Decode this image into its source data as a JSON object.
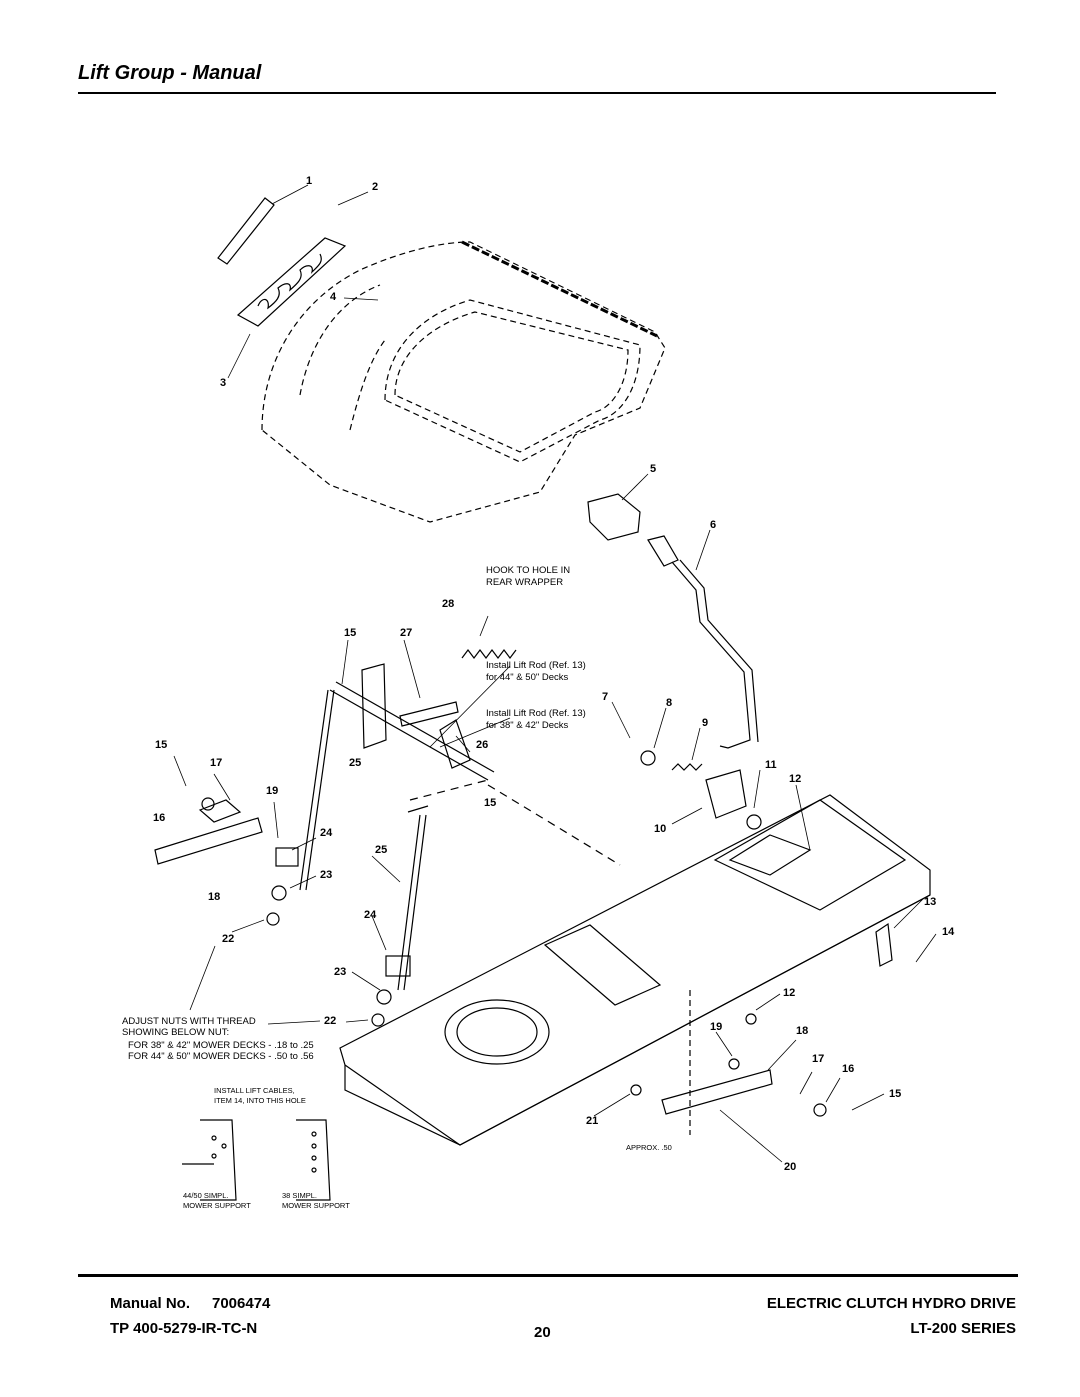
{
  "header": {
    "title": "Lift Group - Manual"
  },
  "callouts": [
    "1",
    "2",
    "3",
    "4",
    "5",
    "6",
    "7",
    "8",
    "9",
    "10",
    "11",
    "12",
    "13",
    "14",
    "15",
    "15",
    "15",
    "15",
    "16",
    "16",
    "17",
    "17",
    "18",
    "18",
    "19",
    "19",
    "20",
    "21",
    "22",
    "22",
    "23",
    "23",
    "24",
    "24",
    "25",
    "25",
    "26",
    "27",
    "28",
    "12"
  ],
  "notes": {
    "hook_line1": "HOOK TO HOLE IN",
    "hook_line2": "REAR WRAPPER",
    "install44_line1": "Install Lift Rod (Ref. 13)",
    "install44_line2": "for 44\" & 50\" Decks",
    "install38_line1": "Install Lift Rod (Ref. 13)",
    "install38_line2": "for 38\" & 42\" Decks",
    "adjust_line1": "ADJUST NUTS WITH THREAD",
    "adjust_line2": "SHOWING BELOW NUT:",
    "adjust_line3": "FOR 38\" & 42\" MOWER DECKS - .18 to .25",
    "adjust_line4": "FOR 44\" & 50\" MOWER DECKS - .50 to .56",
    "cables_line1": "INSTALL LIFT CABLES,",
    "cables_line2": "ITEM 14, INTO THIS HOLE",
    "approx": "APPROX. .50",
    "support44_line1": "44/50 SIMPL.",
    "support44_line2": "MOWER SUPPORT",
    "support38_line1": "38 SIMPL.",
    "support38_line2": "MOWER SUPPORT"
  },
  "footer": {
    "manual_label": "Manual No.",
    "manual_number": "7006474",
    "tp_code": "TP 400-5279-IR-TC-N",
    "page_number": "20",
    "product_line": "ELECTRIC CLUTCH HYDRO DRIVE",
    "series": "LT-200 SERIES"
  }
}
